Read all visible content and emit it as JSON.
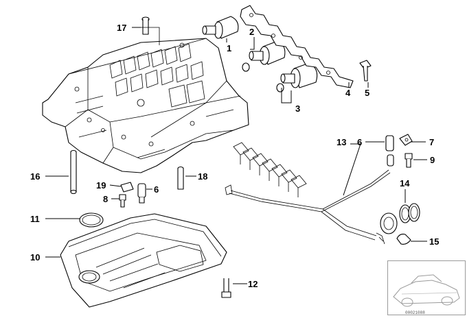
{
  "callouts": [
    {
      "id": "c1",
      "label": "1"
    },
    {
      "id": "c2",
      "label": "2"
    },
    {
      "id": "c3",
      "label": "3"
    },
    {
      "id": "c4",
      "label": "4"
    },
    {
      "id": "c5",
      "label": "5"
    },
    {
      "id": "c6a",
      "label": "6"
    },
    {
      "id": "c6b",
      "label": "6"
    },
    {
      "id": "c7",
      "label": "7"
    },
    {
      "id": "c8",
      "label": "8"
    },
    {
      "id": "c9",
      "label": "9"
    },
    {
      "id": "c10",
      "label": "10"
    },
    {
      "id": "c11",
      "label": "11"
    },
    {
      "id": "c12",
      "label": "12"
    },
    {
      "id": "c13",
      "label": "13"
    },
    {
      "id": "c14",
      "label": "14"
    },
    {
      "id": "c15",
      "label": "15"
    },
    {
      "id": "c16",
      "label": "16"
    },
    {
      "id": "c17",
      "label": "17"
    },
    {
      "id": "c18",
      "label": "18"
    },
    {
      "id": "c19",
      "label": "19"
    }
  ],
  "watermark": "00021088",
  "thumbnail_icon": "car-outline-icon"
}
